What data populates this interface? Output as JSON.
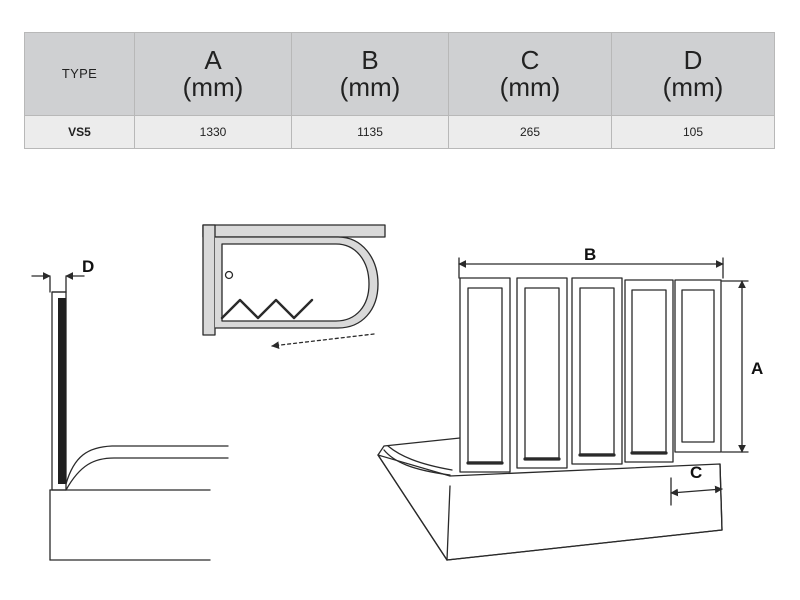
{
  "table": {
    "type_header": "TYPE",
    "columns": [
      {
        "letter": "A",
        "unit": "(mm)"
      },
      {
        "letter": "B",
        "unit": "(mm)"
      },
      {
        "letter": "C",
        "unit": "(mm)"
      },
      {
        "letter": "D",
        "unit": "(mm)"
      }
    ],
    "rows": [
      {
        "model": "VS5",
        "values": [
          "1330",
          "1135",
          "265",
          "105"
        ]
      }
    ]
  },
  "labels": {
    "d": "D",
    "b": "B",
    "a": "A",
    "c": "C"
  },
  "colors": {
    "header_bg": "#cfd0d2",
    "row_bg": "#ececec",
    "line": "#2a2a2a",
    "topview_fill": "#d9d9d9"
  }
}
